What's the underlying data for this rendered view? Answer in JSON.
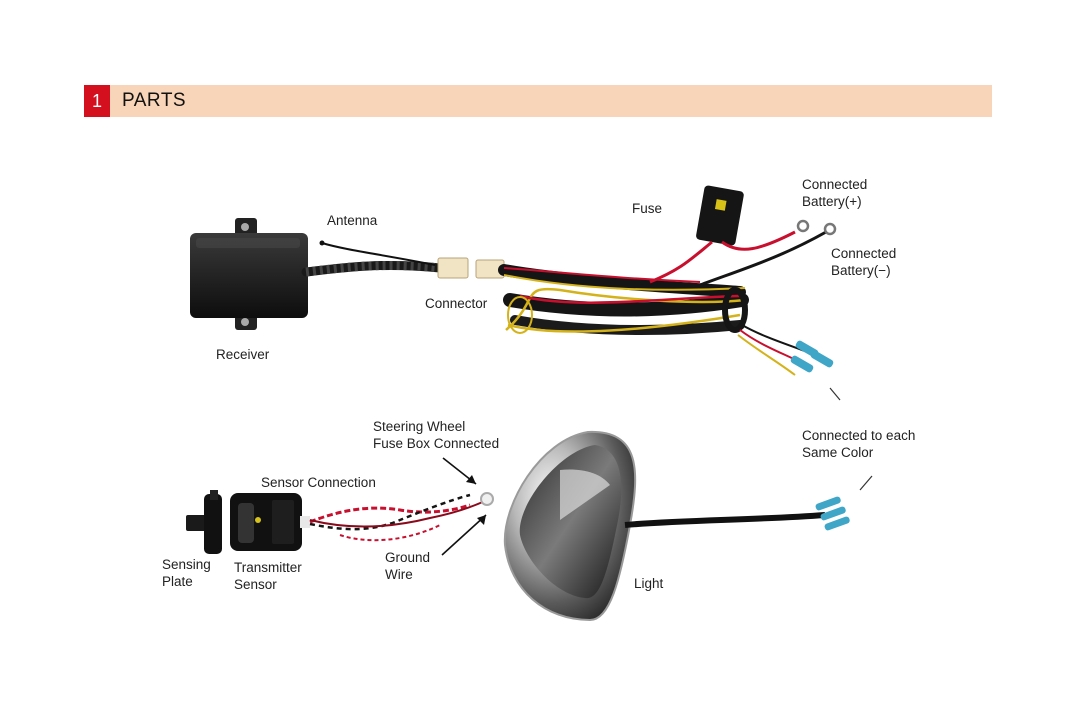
{
  "section": {
    "number": "1",
    "title": "PARTS"
  },
  "labels": {
    "antenna": "Antenna",
    "receiver": "Receiver",
    "connector": "Connector",
    "fuse": "Fuse",
    "battery_pos_1": "Connected",
    "battery_pos_2": "Battery(+)",
    "battery_neg_1": "Connected",
    "battery_neg_2": "Battery(−)",
    "steering_1": "Steering  Wheel",
    "steering_2": "Fuse Box Connected",
    "sensor_connection": "Sensor  Connection",
    "sensing_1": "Sensing",
    "sensing_2": "Plate",
    "transmitter_1": "Transmitter",
    "transmitter_2": "Sensor",
    "ground_1": "Ground",
    "ground_2": "Wire",
    "light": "Light",
    "color_1": "Connected  to  each",
    "color_2": "Same  Color"
  },
  "colors": {
    "header_band": "#f8d5b8",
    "number_box": "#d40f1e",
    "wire_red": "#c8102e",
    "wire_yellow": "#d4b21a",
    "wire_black": "#151515",
    "terminal_blue": "#3fa6c8"
  }
}
